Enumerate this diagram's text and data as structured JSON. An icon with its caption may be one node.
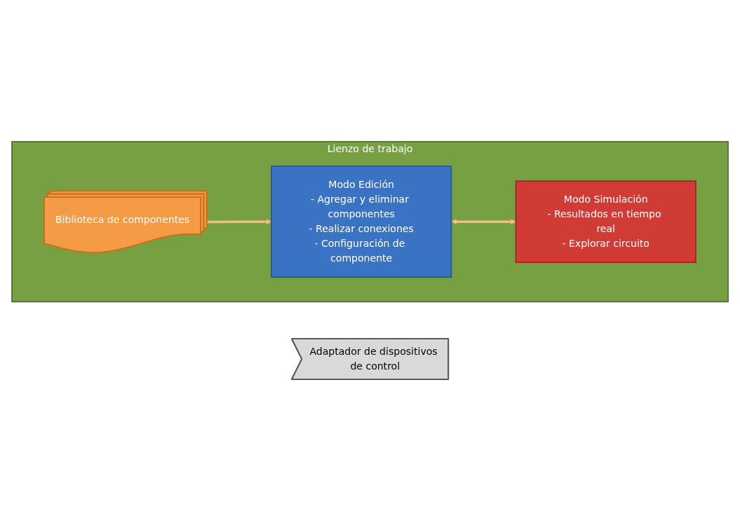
{
  "diagram": {
    "nodes": [
      {
        "text": [
          "Adaptador de dispositivos de control"
        ]
      },
      {
        "text": [
          "Lienzo de trabajo"
        ]
      },
      {
        "text": [
          "Modo Edición",
          "- Agregar y eliminar componentes",
          "- Realizar conexiones",
          "- Configuración de componente"
        ],
        "in": 1
      },
      {
        "text": [
          "Modo Simulación",
          "- Resultados en tiempo real",
          "- Explorar circuito"
        ],
        "in": 1
      },
      {
        "text": [
          "Biblioteca de componentes"
        ],
        "in": 1
      }
    ],
    "edges": [
      {
        "from": 2,
        "to": 3,
        "arrow": "both"
      },
      {
        "from": 4,
        "to": 2,
        "arrow": "to"
      }
    ]
  }
}
